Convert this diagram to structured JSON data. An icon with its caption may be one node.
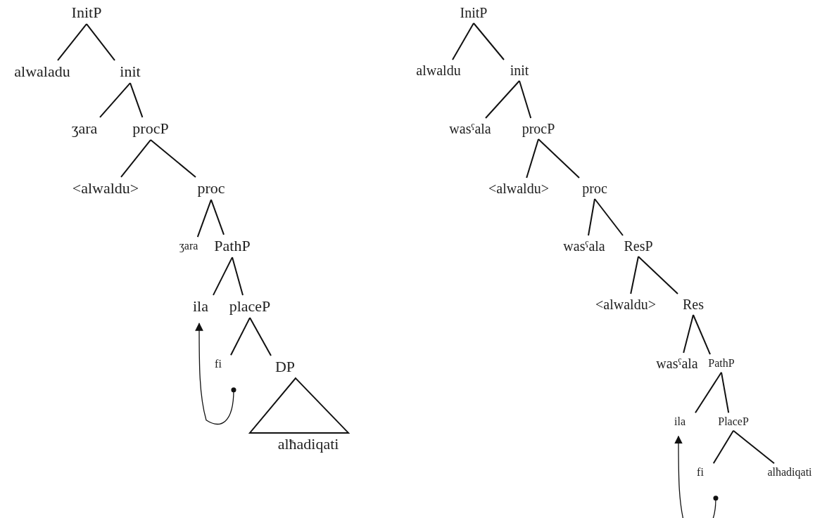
{
  "diagram": {
    "nodes": [
      {
        "text": [
          "InitP"
        ]
      },
      {
        "text": [
          "alwaladu"
        ]
      },
      {
        "text": [
          "init"
        ]
      },
      {
        "text": [
          "ʒara"
        ]
      },
      {
        "text": [
          "procP"
        ]
      },
      {
        "text": [
          "<alwaldu>"
        ]
      },
      {
        "text": [
          "proc"
        ]
      },
      {
        "text": [
          "ʒara"
        ]
      },
      {
        "text": [
          "PathP"
        ]
      },
      {
        "text": [
          "ila"
        ]
      },
      {
        "text": [
          "placeP"
        ]
      },
      {
        "text": [
          "fi"
        ]
      },
      {
        "text": [
          "DP"
        ]
      },
      {
        "text": [
          "alħadiqati"
        ]
      },
      {
        "text": [
          "InitP"
        ]
      },
      {
        "text": [
          "alwaldu"
        ]
      },
      {
        "text": [
          "init"
        ]
      },
      {
        "text": [
          "wasˤala"
        ]
      },
      {
        "text": [
          "procP"
        ]
      },
      {
        "text": [
          "<alwaldu>"
        ]
      },
      {
        "text": [
          "proc"
        ]
      },
      {
        "text": [
          "wasˤala"
        ]
      },
      {
        "text": [
          "ResP"
        ]
      },
      {
        "text": [
          "<alwaldu>"
        ]
      },
      {
        "text": [
          "Res"
        ]
      },
      {
        "text": [
          "wasˤala"
        ]
      },
      {
        "text": [
          "PathP"
        ]
      },
      {
        "text": [
          "ila"
        ]
      },
      {
        "text": [
          "PlaceP"
        ]
      },
      {
        "text": [
          "fi"
        ]
      },
      {
        "text": [
          "alħadiqati"
        ]
      }
    ],
    "edges": [
      {
        "from": 0,
        "to": 1,
        "arrow": "none"
      },
      {
        "from": 0,
        "to": 2,
        "arrow": "none"
      },
      {
        "from": 2,
        "to": 3,
        "arrow": "none"
      },
      {
        "from": 2,
        "to": 4,
        "arrow": "none"
      },
      {
        "from": 4,
        "to": 5,
        "arrow": "none"
      },
      {
        "from": 4,
        "to": 6,
        "arrow": "none"
      },
      {
        "from": 6,
        "to": 7,
        "arrow": "none"
      },
      {
        "from": 6,
        "to": 8,
        "arrow": "none"
      },
      {
        "from": 8,
        "to": 9,
        "arrow": "none"
      },
      {
        "from": 8,
        "to": 10,
        "arrow": "none"
      },
      {
        "from": 10,
        "to": 11,
        "arrow": "none"
      },
      {
        "from": 10,
        "to": 12,
        "arrow": "none"
      },
      {
        "from": 11,
        "to": 9,
        "arrow": "to"
      },
      {
        "from": 14,
        "to": 15,
        "arrow": "none"
      },
      {
        "from": 14,
        "to": 16,
        "arrow": "none"
      },
      {
        "from": 16,
        "to": 17,
        "arrow": "none"
      },
      {
        "from": 16,
        "to": 18,
        "arrow": "none"
      },
      {
        "from": 18,
        "to": 19,
        "arrow": "none"
      },
      {
        "from": 18,
        "to": 20,
        "arrow": "none"
      },
      {
        "from": 20,
        "to": 21,
        "arrow": "none"
      },
      {
        "from": 20,
        "to": 22,
        "arrow": "none"
      },
      {
        "from": 22,
        "to": 23,
        "arrow": "none"
      },
      {
        "from": 22,
        "to": 24,
        "arrow": "none"
      },
      {
        "from": 24,
        "to": 25,
        "arrow": "none"
      },
      {
        "from": 24,
        "to": 26,
        "arrow": "none"
      },
      {
        "from": 26,
        "to": 27,
        "arrow": "none"
      },
      {
        "from": 26,
        "to": 28,
        "arrow": "none"
      },
      {
        "from": 28,
        "to": 29,
        "arrow": "none"
      },
      {
        "from": 28,
        "to": 30,
        "arrow": "none"
      },
      {
        "from": 29,
        "to": 27,
        "arrow": "to"
      },
      {
        "from": 12,
        "to": 13,
        "arrow": "none"
      }
    ]
  }
}
